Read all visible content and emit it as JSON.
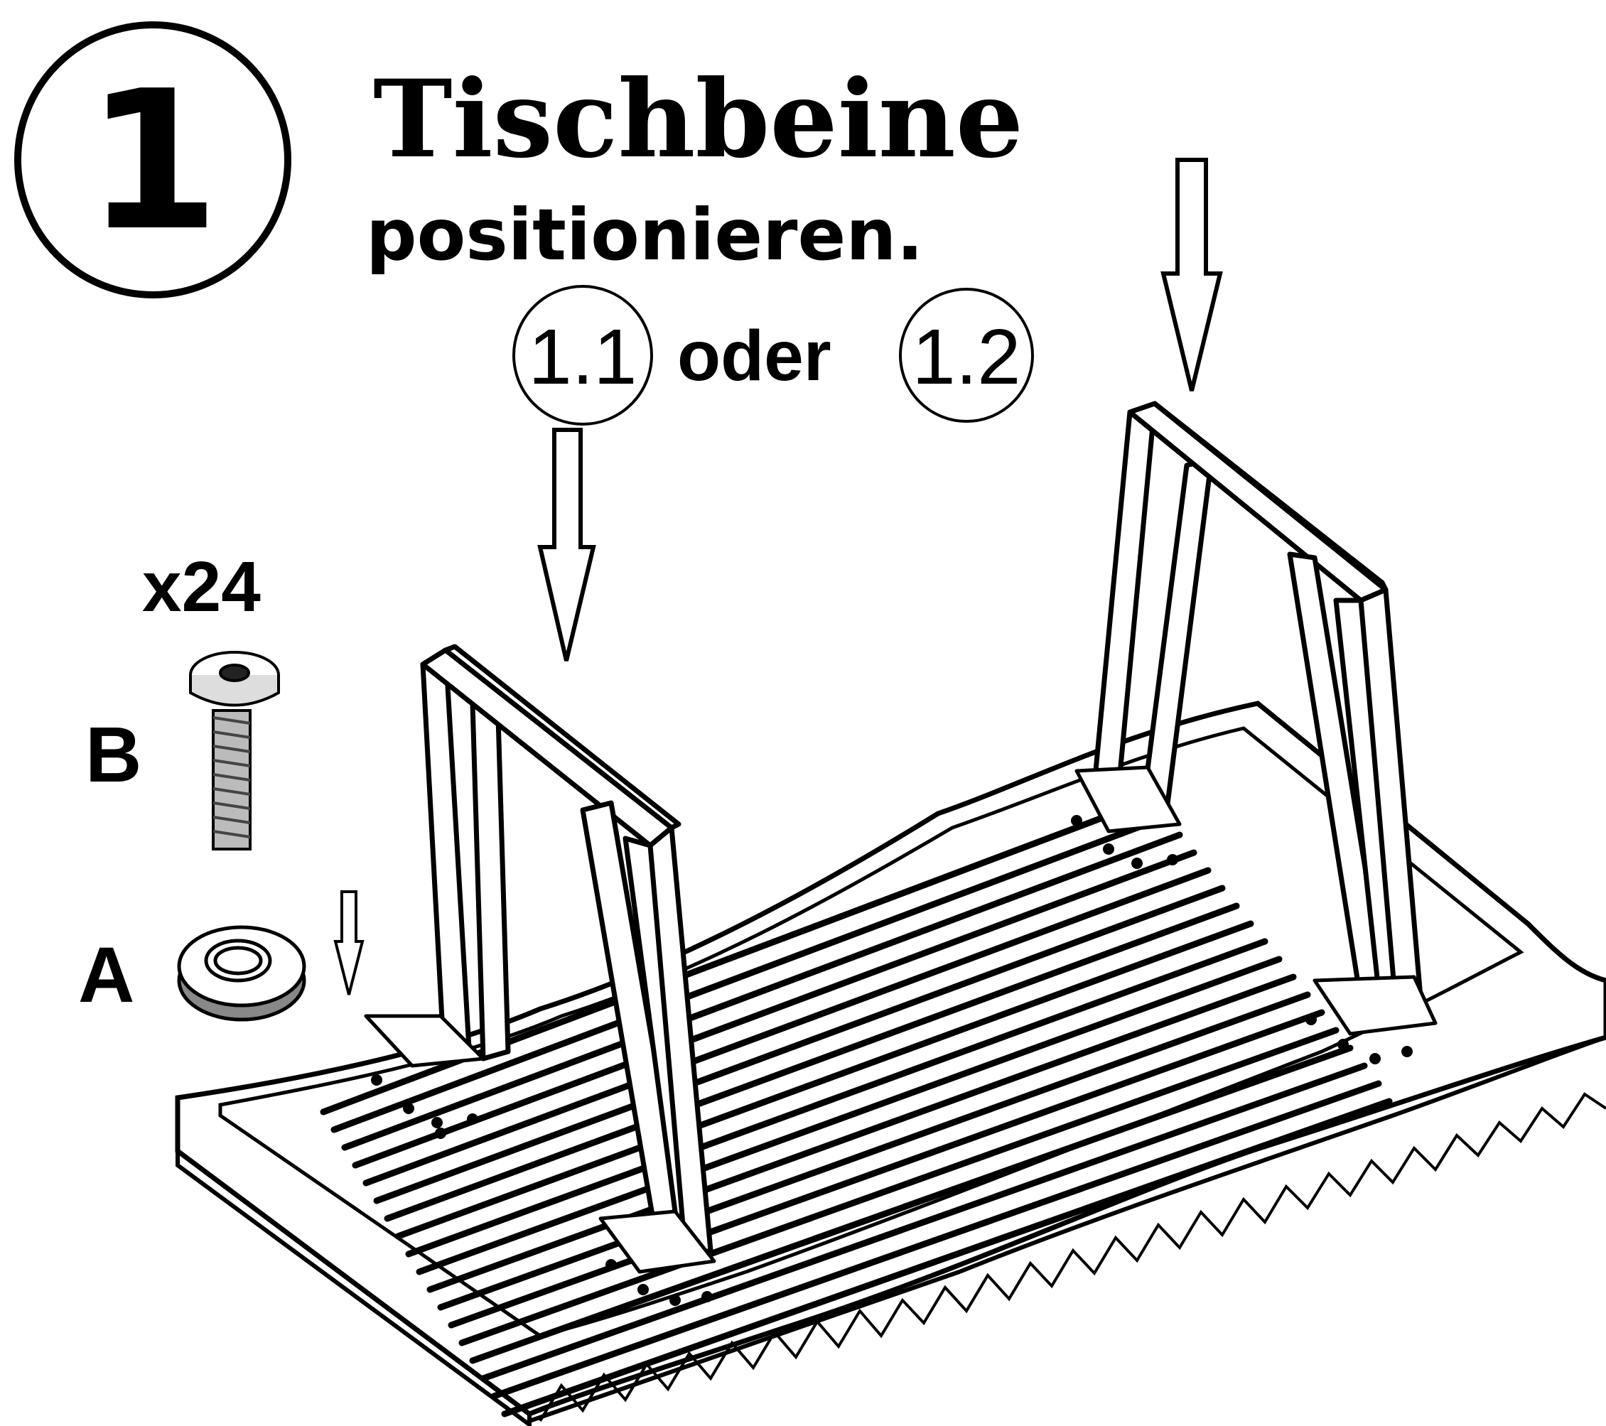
{
  "step": {
    "number": "1",
    "title": "Tischbeine",
    "subtitle": "positionieren."
  },
  "options": {
    "first": "1.1",
    "connector": "oder",
    "second": "1.2"
  },
  "parts": {
    "quantity": "x24",
    "bolt_label": "B",
    "washer_label": "A"
  },
  "icons": [
    "down-arrow-icon",
    "bolt-icon",
    "washer-icon",
    "table-top",
    "table-leg-frame"
  ]
}
